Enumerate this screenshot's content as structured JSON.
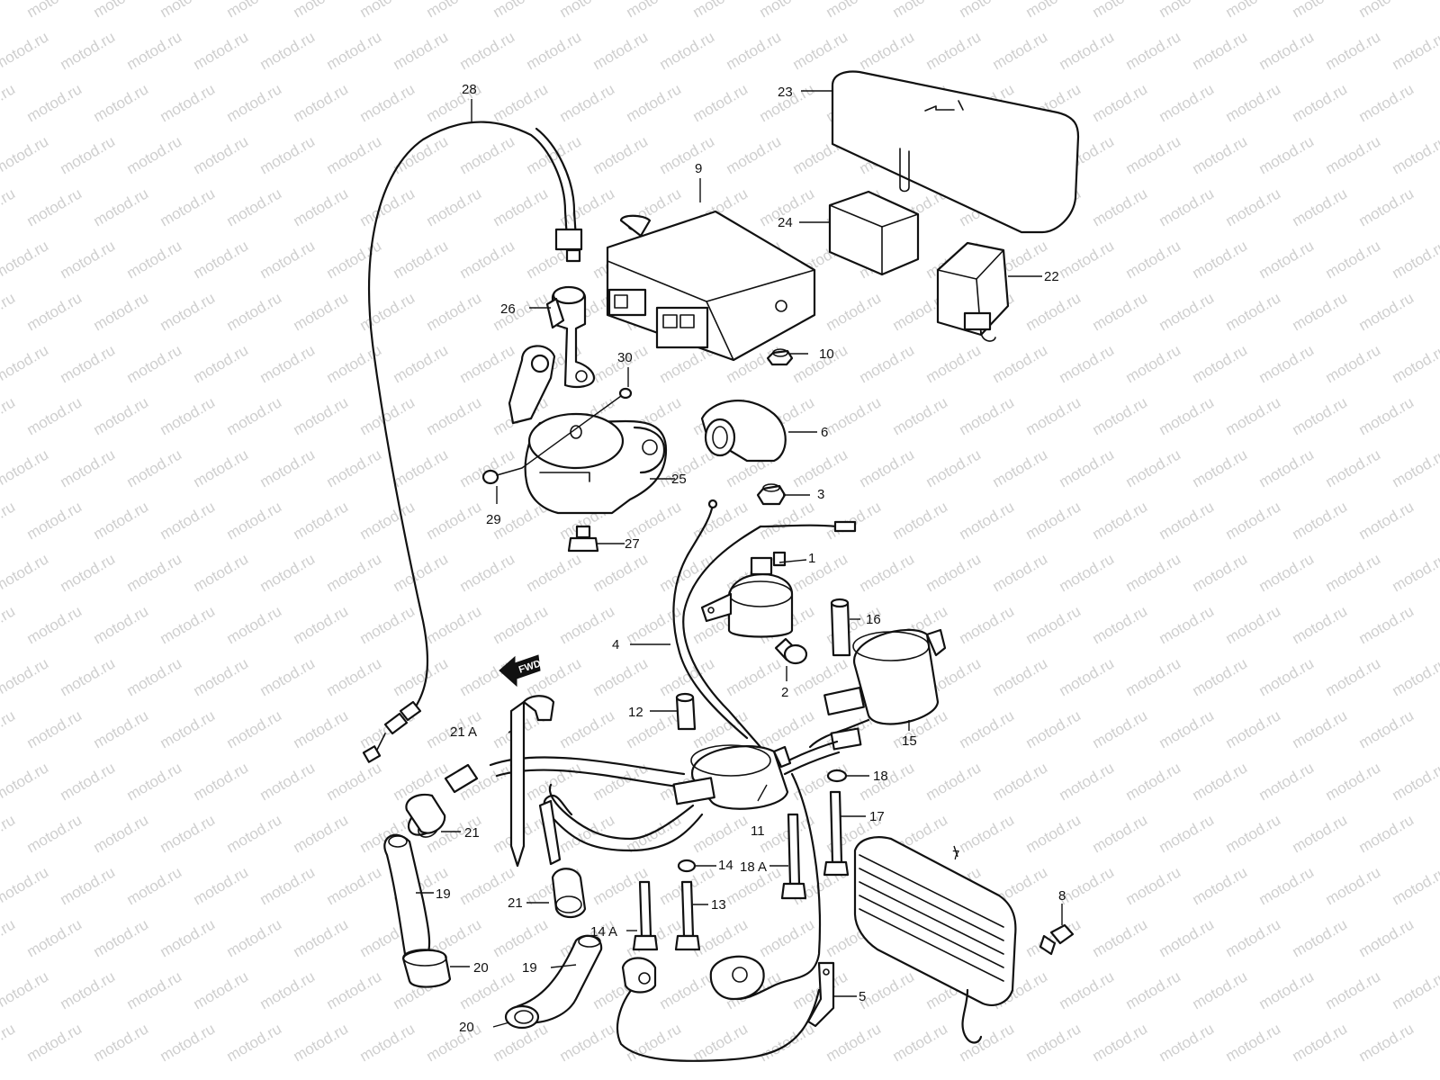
{
  "watermark": {
    "text": "motod.ru"
  },
  "direction_marker": {
    "label": "FWD"
  },
  "callouts": {
    "p1": "1",
    "p2": "2",
    "p3": "3",
    "p4": "4",
    "p5": "5",
    "p6": "6",
    "p7": "7",
    "p8": "8",
    "p9": "9",
    "p10": "10",
    "p11": "11",
    "p12": "12",
    "p13": "13",
    "p14": "14",
    "p14a": "14 A",
    "p15": "15",
    "p16": "16",
    "p17": "17",
    "p18": "18",
    "p18a": "18 A",
    "p19a": "19",
    "p19b": "19",
    "p20a": "20",
    "p20b": "20",
    "p21a": "21",
    "p21b": "21",
    "p21A": "21 A",
    "p22": "22",
    "p23": "23",
    "p24": "24",
    "p25": "25",
    "p26": "26",
    "p27": "27",
    "p28": "28",
    "p29": "29",
    "p30": "30"
  }
}
